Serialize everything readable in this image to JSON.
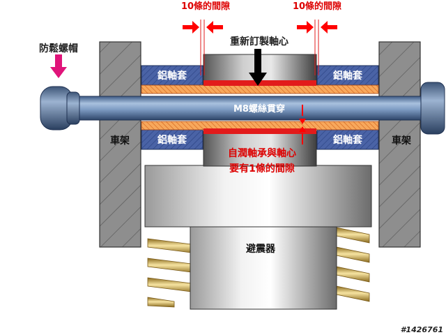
{
  "labels": {
    "gap_left": "10條的間隙",
    "gap_right": "10條的間隙",
    "anti_loose_nut": "防鬆螺帽",
    "custom_shaft": "重新訂製軸心",
    "bushing_tl": "鋁軸套",
    "bushing_tr": "鋁軸套",
    "bushing_bl": "鋁軸套",
    "bushing_br": "鋁軸套",
    "bolt_through": "M8螺絲貫穿",
    "frame_left": "車架",
    "frame_right": "車架",
    "clearance_note_line1": "自潤軸承與軸心",
    "clearance_note_line2": "要有1條的間隙",
    "shock_absorber": "避震器",
    "watermark": "#1426761"
  },
  "colors": {
    "red_text": "#dd0000",
    "red_arrow": "#ff0000",
    "magenta_arrow": "#e0147a",
    "bushing_blue": "#4a63a6",
    "bearing_orange": "#f59a4a",
    "frame_gray": "#8c8c8c",
    "bolt_blue": "#6f8fb5",
    "spring_gold": "#c9a24a"
  }
}
